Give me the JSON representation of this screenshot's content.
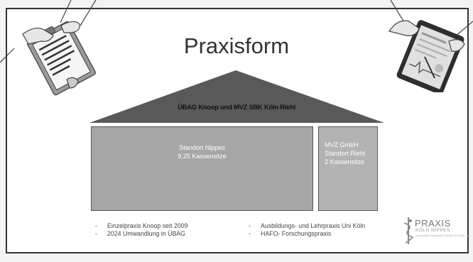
{
  "title": "Praxisform",
  "roof_label": "ÜBAG Knoop und MVZ SBK Köln Riehl",
  "main_box": {
    "line1": "Standort Nippes",
    "line2": "9,25 Kassensitze"
  },
  "side_box": {
    "line1": "MVZ  GmbH",
    "line2": "Standort Riehl",
    "line3": "2 Kassensitze"
  },
  "bullets_left": [
    "Einzelpraxis Knoop seit 2009",
    "2024 Umwandlung in ÜBAG"
  ],
  "bullets_right": [
    "Ausbildungs- und Lehrpraxis Uni Köln",
    "HAFO- Forschungspraxis"
  ],
  "logo": {
    "name": "PRAXIS",
    "sub": "KÖLN NIPPES",
    "tagline": "Hausarztlich-internistische Medizin für Jeden Tag",
    "icon": "caduceus-icon"
  },
  "illustrations": [
    "clipboard-hand-icon",
    "tablet-hand-icon"
  ],
  "colors": {
    "roof": "#595959",
    "main_box": "#a6a6a6",
    "side_box": "#b3b3b3",
    "frame": "#333333"
  }
}
